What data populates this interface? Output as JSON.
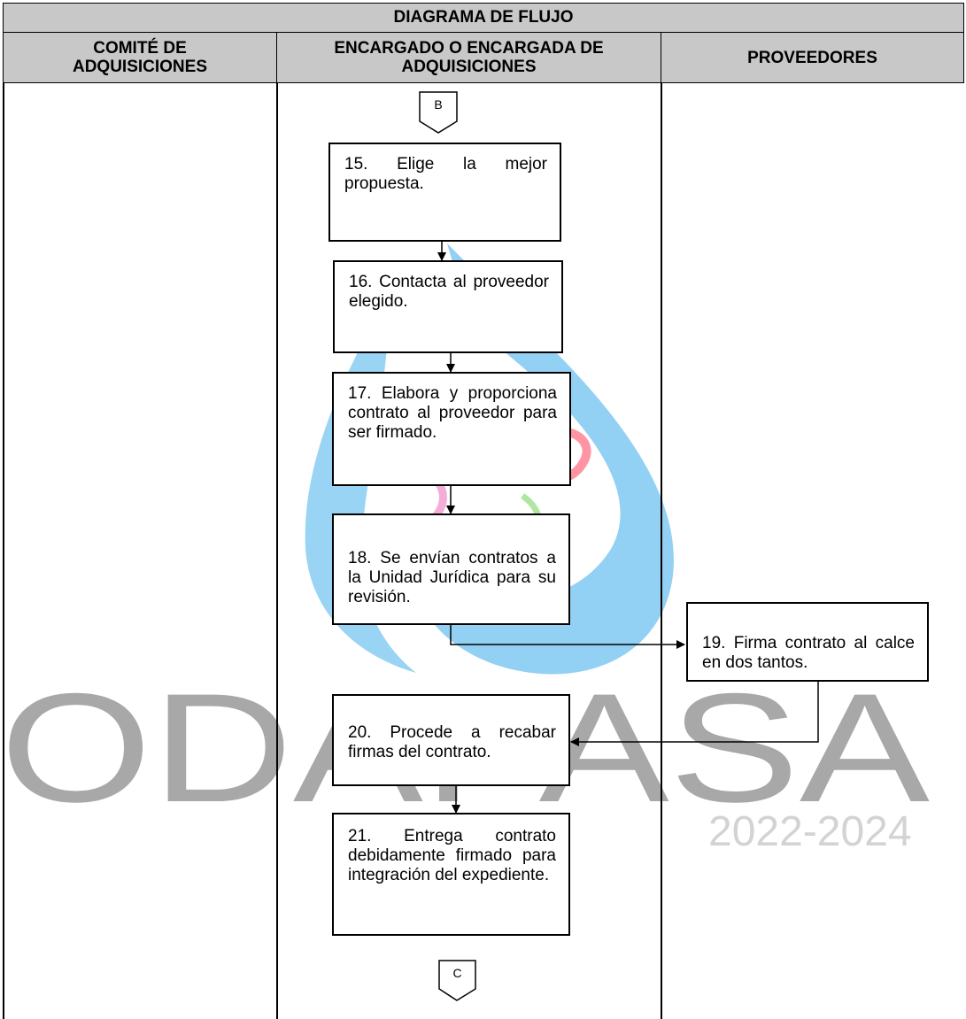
{
  "header": {
    "title": "DIAGRAMA DE FLUJO",
    "col1": "COMITÉ DE ADQUISICIONES",
    "col2": "ENCARGADO O ENCARGADA DE ADQUISICIONES",
    "col3": "PROVEEDORES"
  },
  "connectors": {
    "top": "B",
    "bottom": "C"
  },
  "steps": {
    "s15": "15. Elige la mejor propuesta.",
    "s16": "16. Contacta al proveedor elegido.",
    "s17": "17. Elabora y proporciona contrato al proveedor para ser firmado.",
    "s18": "18. Se envían contratos a la Unidad Jurídica para su revisión.",
    "s19": "19. Firma contrato al calce en dos tantos.",
    "s20": "20. Procede a recabar firmas del contrato.",
    "s21": "21. Entrega contrato debidamente firmado para integración del expediente."
  },
  "watermark": {
    "text": "ODAPASA",
    "years": "2022-2024",
    "colors": {
      "drop": "#3fa9e8",
      "letters": "#9a9a9a"
    }
  }
}
